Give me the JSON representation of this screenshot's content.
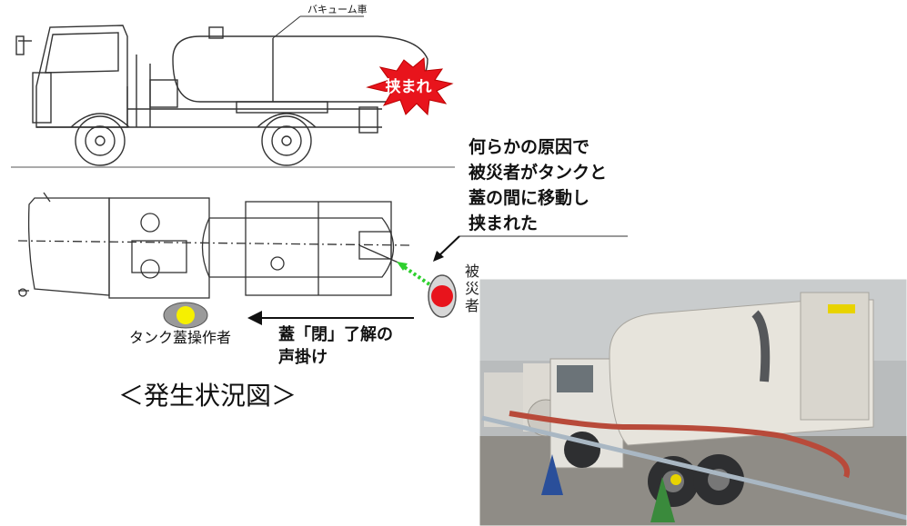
{
  "side_view": {
    "truck_label": "バキューム車",
    "burst_label": "挟まれ"
  },
  "explanation": {
    "lines": [
      "何らかの原因で",
      "被災者がタンクと",
      "蓋の間に移動し",
      "挟まれた"
    ]
  },
  "victim": {
    "label_chars": [
      "被",
      "災",
      "者"
    ],
    "color": "#e8141c"
  },
  "operator": {
    "label": "タンク蓋操作者",
    "color": "#f6f000"
  },
  "call": {
    "lines": [
      "蓋「閉」了解の",
      "声掛け"
    ]
  },
  "caption": "＜発生状況図＞",
  "colors": {
    "burst": "#e8141c",
    "dotted_arrow": "#2fd02f",
    "photo_sky": "#b9bcbd",
    "truck_body": "#e7e4dc",
    "hose": "#b84a3a"
  }
}
